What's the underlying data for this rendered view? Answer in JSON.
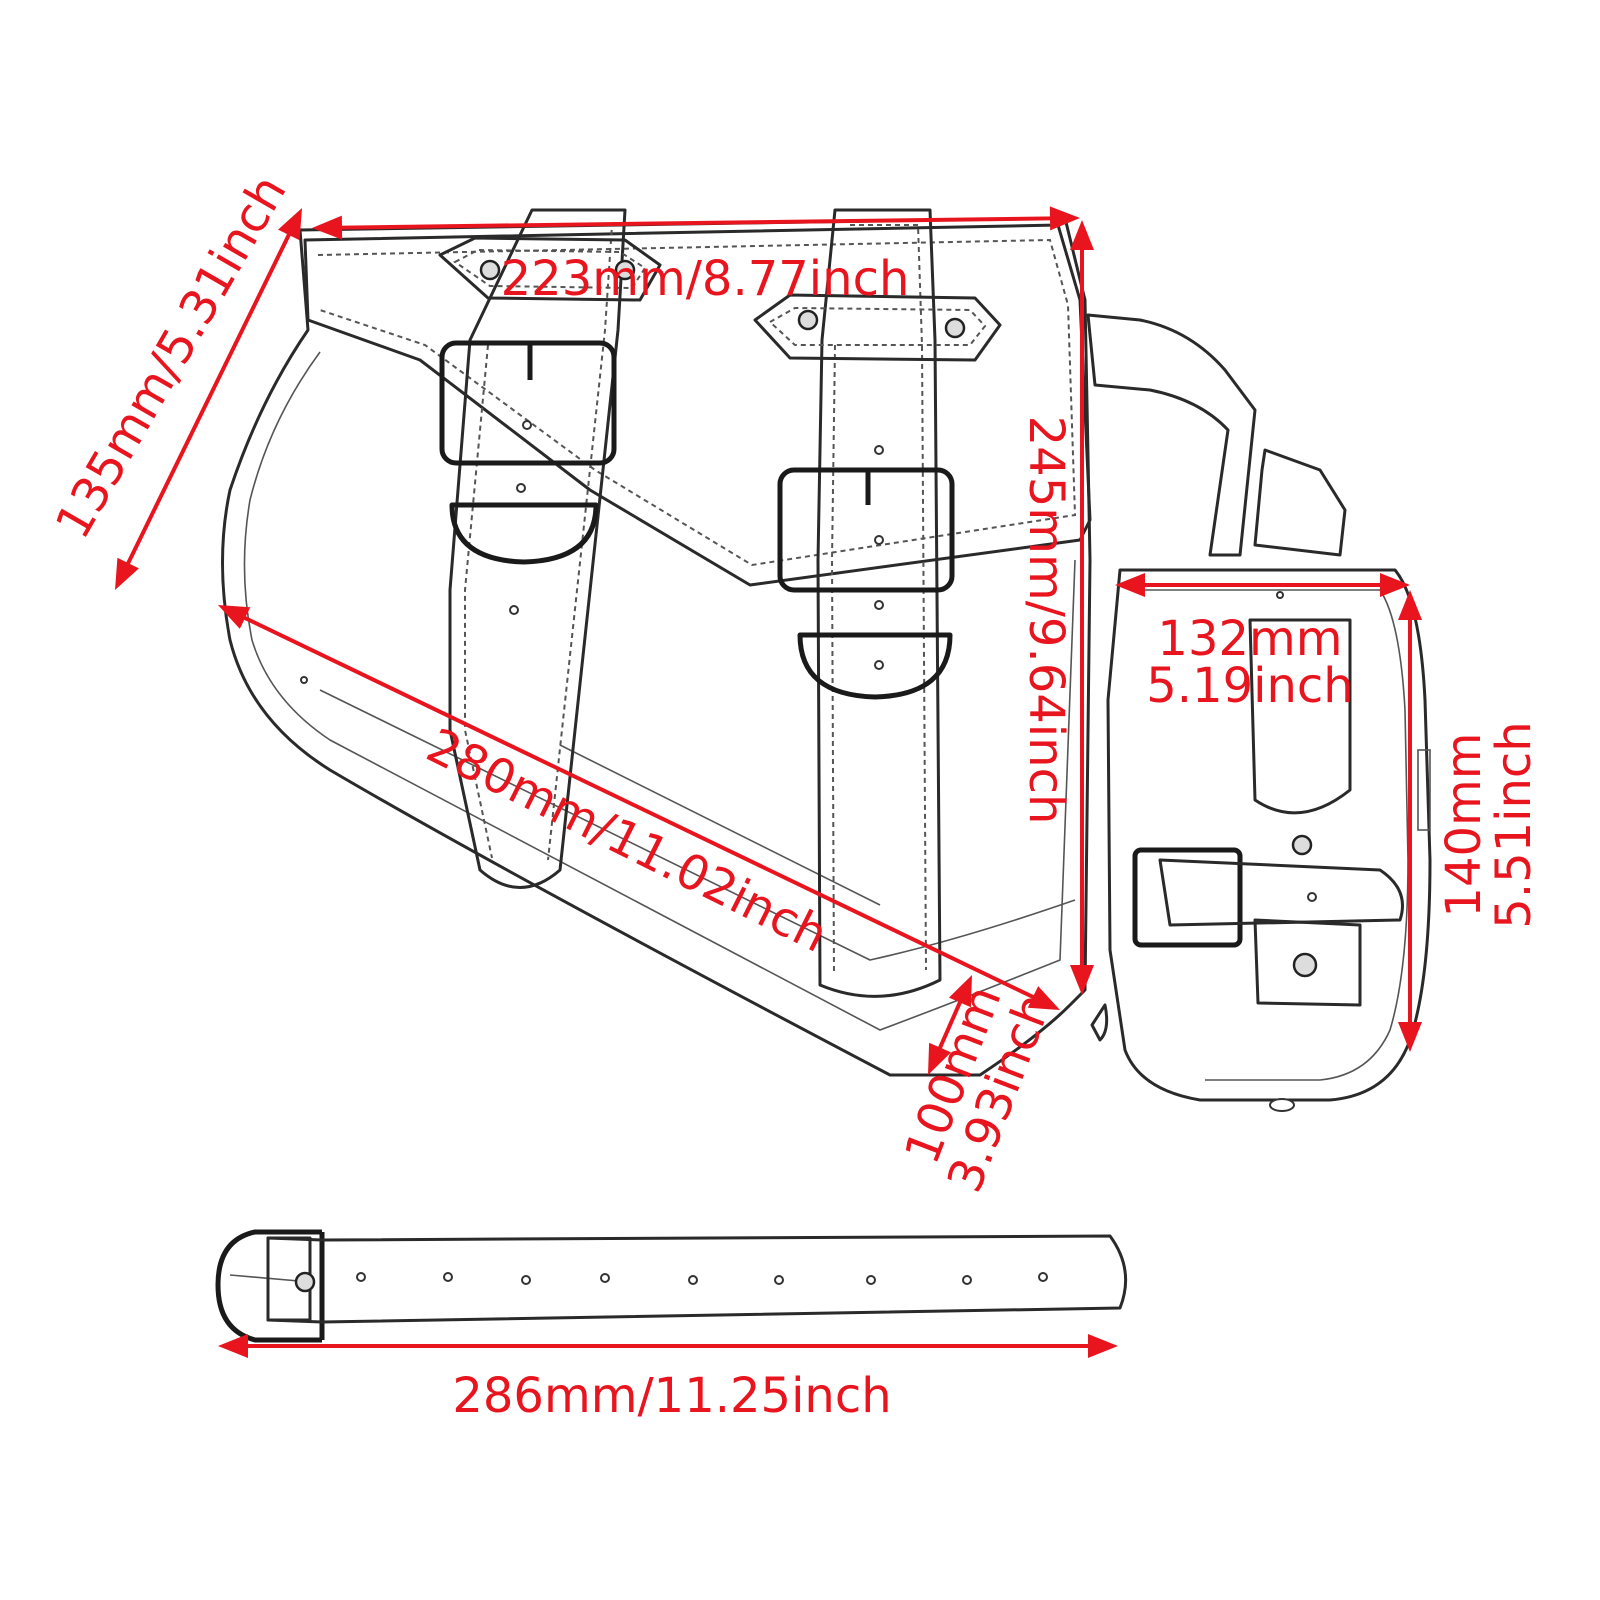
{
  "accent_color": "#e8151f",
  "dimensions": {
    "main_width": "223mm/8.77inch",
    "main_height": "245mm/9.64inch",
    "main_diagonal": "280mm/11.02inch",
    "flap_side": "135mm/5.31inch",
    "bottom_depth": {
      "line1": "100mm",
      "line2": "3.93inch"
    },
    "pouch_width": {
      "line1": "132mm",
      "line2": "5.19inch"
    },
    "pouch_height": {
      "line1": "140mm",
      "line2": "5.51inch"
    },
    "strap_length": "286mm/11.25inch"
  }
}
